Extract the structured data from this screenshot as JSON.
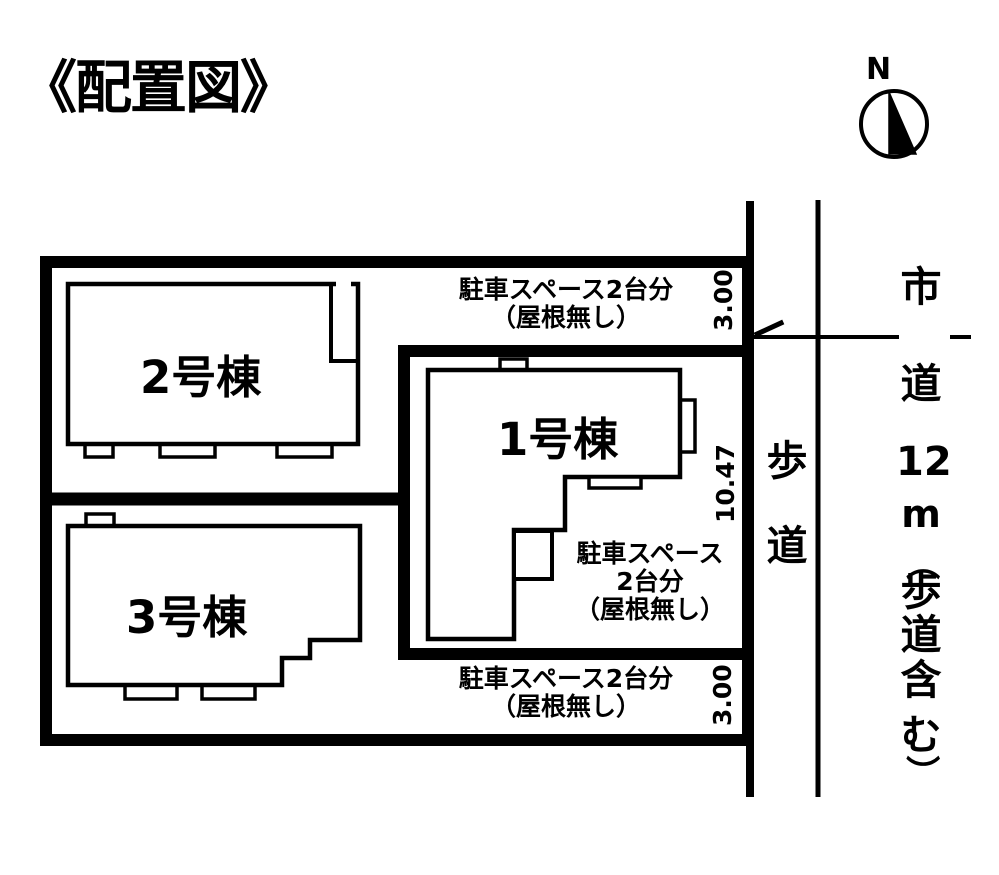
{
  "page": {
    "title": "《配置図》"
  },
  "compass": {
    "north": "N"
  },
  "buildings": [
    {
      "label": "1号棟"
    },
    {
      "label": "2号棟"
    },
    {
      "label": "3号棟"
    }
  ],
  "parking": {
    "top": {
      "line1": "駐車スペース2台分",
      "line2": "（屋根無し）",
      "depth": "3.00"
    },
    "inner": {
      "line1": "駐車スペース",
      "line2": "2台分",
      "line3": "（屋根無し）",
      "side_dim": "10.47"
    },
    "bottom": {
      "line1": "駐車スペース2台分",
      "line2": "（屋根無し）",
      "depth": "3.00"
    }
  },
  "road": {
    "sidewalk_chars": [
      "歩",
      "道"
    ],
    "label": "市道12m（歩道含む）",
    "label_chars": [
      "市",
      "道",
      "12",
      "m",
      "（",
      "歩",
      "道",
      "含",
      "む",
      "）"
    ]
  },
  "colors": {
    "ink": "#000000",
    "paper": "#ffffff"
  }
}
